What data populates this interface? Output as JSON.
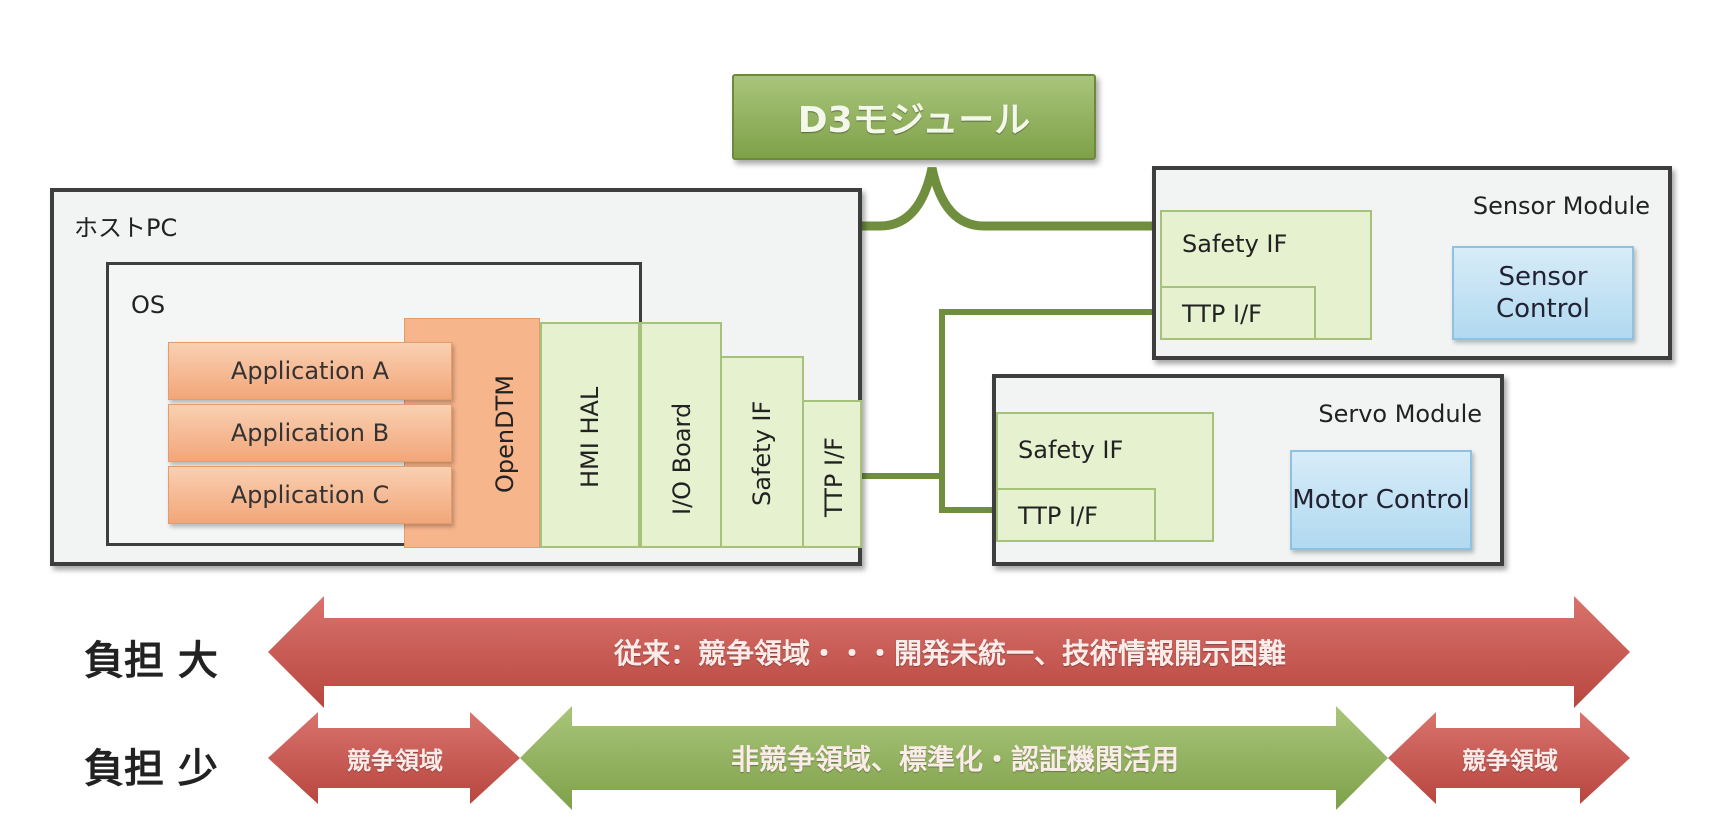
{
  "title": "D3モジュール",
  "host_pc": {
    "label": "ホストPC",
    "os_label": "OS",
    "applications": [
      "Application A",
      "Application B",
      "Application C"
    ],
    "opendtm": "OpenDTM",
    "columns": [
      "HMI HAL",
      "I/O Board",
      "Safety IF",
      "TTP I/F"
    ]
  },
  "sensor_module": {
    "label": "Sensor Module",
    "safety": "Safety IF",
    "ttp": "TTP I/F",
    "control": "Sensor Control"
  },
  "servo_module": {
    "label": "Servo Module",
    "safety": "Safety IF",
    "ttp": "TTP I/F",
    "control": "Motor Control"
  },
  "rows": {
    "row1_label": "負担 大",
    "row1_text": "従来：競争領域・・・開発未統一、技術情報開示困難",
    "row2_label": "負担 少",
    "row2_left": "競争領域",
    "row2_center": "非競争領域、標準化・認証機関活用",
    "row2_right": "競争領域"
  },
  "colors": {
    "green_dark": "#6f8f3f",
    "green_light": "#e6f1cf",
    "orange": "#f2a67a",
    "blue": "#b1d9f0",
    "red_arrow": "#c9554f",
    "green_arrow": "#8aab55"
  }
}
